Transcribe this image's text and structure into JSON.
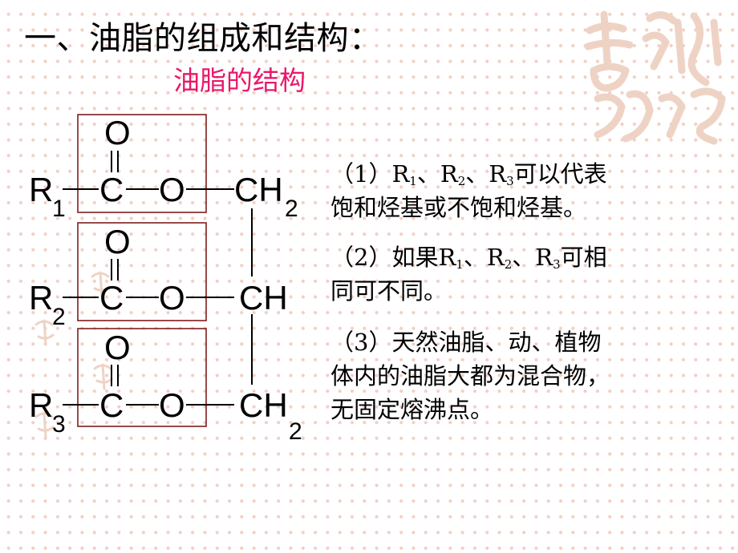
{
  "title": "一、油脂的组成和结构：",
  "subtitle": "油脂的结构",
  "structure": {
    "oxygen_label": "O",
    "carbon_label": "C",
    "R1": {
      "letter": "R",
      "sub": "1"
    },
    "R2": {
      "letter": "R",
      "sub": "2"
    },
    "R3": {
      "letter": "R",
      "sub": "3"
    },
    "top_group": {
      "main": "CH",
      "sub": "2"
    },
    "middle_group": {
      "main": "CH"
    },
    "bottom_group": {
      "main": "CH",
      "sub": "2"
    },
    "box_color": "#7f1d1d"
  },
  "notes": {
    "n1": {
      "prefix": "（1）R",
      "sub1": "1",
      "sep1": "、R",
      "sub2": "2",
      "sep2": "、R",
      "sub3": "3",
      "suffix": "可以代表",
      "line2": "饱和烃基或不饱和烃基。"
    },
    "n2": {
      "prefix": "（2）如果R",
      "sub1": "1",
      "sep1": "、R",
      "sub2": "2",
      "sep2": "、R",
      "sub3": "3",
      "suffix": "可相",
      "line2": "同可不同。"
    },
    "n3": {
      "line1": "（3）天然油脂、动、植物",
      "line2": "体内的油脂大都为混合物，",
      "line3": "无固定熔沸点。"
    }
  },
  "colors": {
    "title": "#000000",
    "subtitle": "#e8186b",
    "dots": "#f1cfc3",
    "watermark": "#eed3c5"
  }
}
